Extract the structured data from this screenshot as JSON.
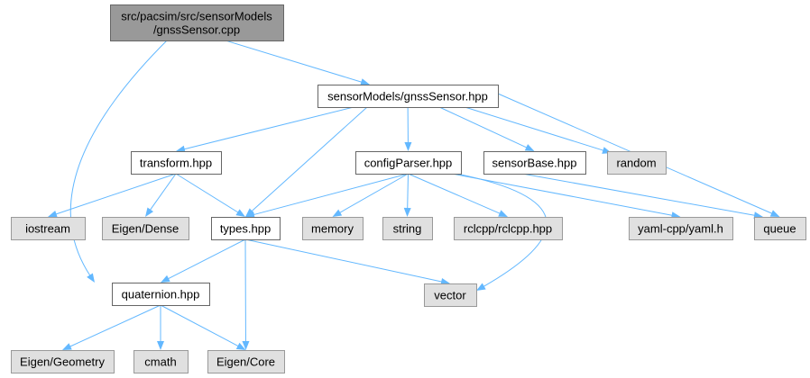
{
  "colors": {
    "edge": "#63b8ff",
    "root_fill": "#999999",
    "root_stroke": "#666666",
    "file_fill": "#ffffff",
    "file_stroke": "#666666",
    "system_fill": "#e0e0e0",
    "system_stroke": "#999999"
  },
  "nodes": [
    {
      "id": "root",
      "kind": "root",
      "lines": [
        "src/pacsim/src/sensorModels",
        "/gnssSensor.cpp"
      ]
    },
    {
      "id": "gnss",
      "kind": "file",
      "lines": [
        "sensorModels/gnssSensor.hpp"
      ]
    },
    {
      "id": "transform",
      "kind": "file",
      "lines": [
        "transform.hpp"
      ]
    },
    {
      "id": "config",
      "kind": "file",
      "lines": [
        "configParser.hpp"
      ]
    },
    {
      "id": "sensorbase",
      "kind": "file",
      "lines": [
        "sensorBase.hpp"
      ]
    },
    {
      "id": "random",
      "kind": "system",
      "lines": [
        "random"
      ]
    },
    {
      "id": "iostream",
      "kind": "system",
      "lines": [
        "iostream"
      ]
    },
    {
      "id": "dense",
      "kind": "system",
      "lines": [
        "Eigen/Dense"
      ]
    },
    {
      "id": "types",
      "kind": "file",
      "lines": [
        "types.hpp"
      ]
    },
    {
      "id": "memory",
      "kind": "system",
      "lines": [
        "memory"
      ]
    },
    {
      "id": "string",
      "kind": "system",
      "lines": [
        "string"
      ]
    },
    {
      "id": "rclcpp",
      "kind": "system",
      "lines": [
        "rclcpp/rclcpp.hpp"
      ]
    },
    {
      "id": "yaml",
      "kind": "system",
      "lines": [
        "yaml-cpp/yaml.h"
      ]
    },
    {
      "id": "queue",
      "kind": "system",
      "lines": [
        "queue"
      ]
    },
    {
      "id": "quaternion",
      "kind": "file",
      "lines": [
        "quaternion.hpp"
      ]
    },
    {
      "id": "vector",
      "kind": "system",
      "lines": [
        "vector"
      ]
    },
    {
      "id": "geometry",
      "kind": "system",
      "lines": [
        "Eigen/Geometry"
      ]
    },
    {
      "id": "cmath",
      "kind": "system",
      "lines": [
        "cmath"
      ]
    },
    {
      "id": "core",
      "kind": "system",
      "lines": [
        "Eigen/Core"
      ]
    }
  ],
  "edges": [
    [
      "root",
      "gnss"
    ],
    [
      "root",
      "quaternion"
    ],
    [
      "gnss",
      "transform"
    ],
    [
      "gnss",
      "types"
    ],
    [
      "gnss",
      "config"
    ],
    [
      "gnss",
      "sensorbase"
    ],
    [
      "gnss",
      "random"
    ],
    [
      "gnss",
      "queue"
    ],
    [
      "transform",
      "iostream"
    ],
    [
      "transform",
      "dense"
    ],
    [
      "transform",
      "types"
    ],
    [
      "config",
      "types"
    ],
    [
      "config",
      "memory"
    ],
    [
      "config",
      "string"
    ],
    [
      "config",
      "rclcpp"
    ],
    [
      "config",
      "yaml"
    ],
    [
      "config",
      "vector"
    ],
    [
      "sensorbase",
      "queue"
    ],
    [
      "types",
      "quaternion"
    ],
    [
      "types",
      "core"
    ],
    [
      "types",
      "vector"
    ],
    [
      "quaternion",
      "geometry"
    ],
    [
      "quaternion",
      "cmath"
    ],
    [
      "quaternion",
      "core"
    ]
  ]
}
